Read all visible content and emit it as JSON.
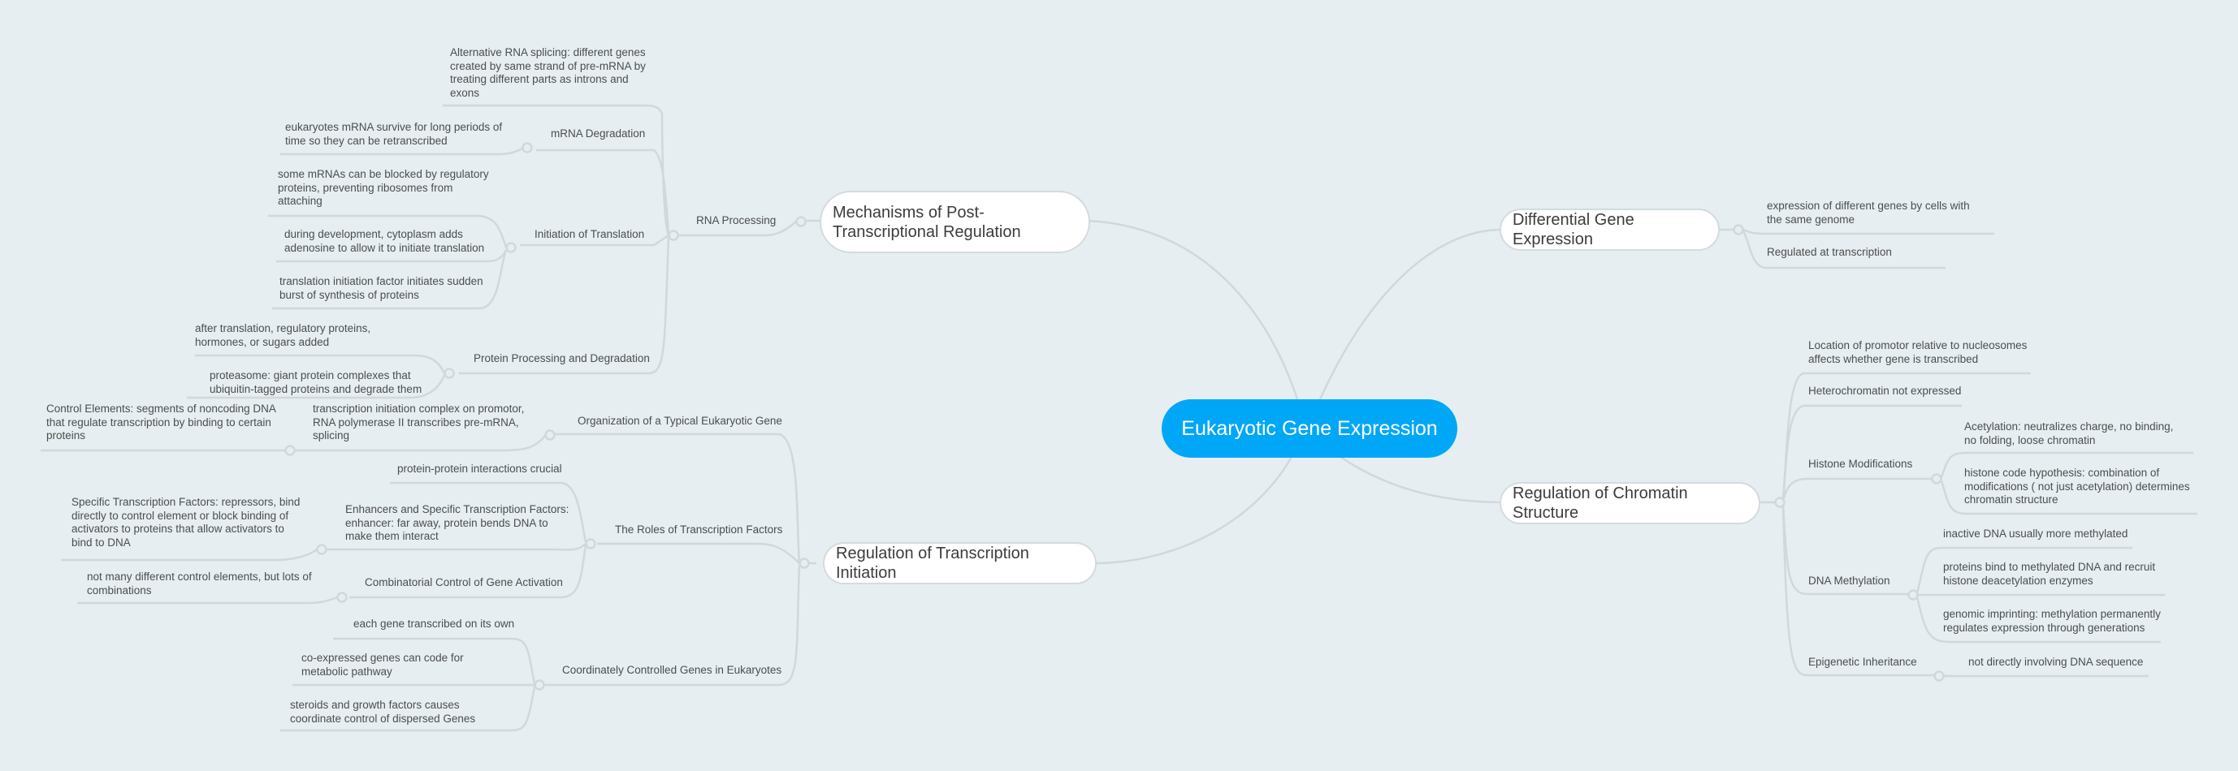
{
  "root": {
    "label": "Eukaryotic Gene Expression",
    "color": "#00a7f7"
  },
  "colors": {
    "background": "#e6eef1",
    "line": "#d1d8dc",
    "node_border": "#d3dbe0"
  },
  "branches": {
    "post_transcriptional": {
      "label": "Mechanisms of Post-Transcriptional Regulation",
      "rna_processing": {
        "label": "RNA Processing",
        "alt_splicing": "Alternative RNA splicing: different genes created by same strand of pre-mRNA by treating different parts as introns and exons",
        "mrna_degradation": {
          "label": "mRNA Degradation",
          "items": [
            "eukaryotes mRNA survive for long periods of time so they can be retranscribed"
          ]
        },
        "initiation_translation": {
          "label": "Initiation of Translation",
          "items": [
            "some mRNAs can be blocked by regulatory proteins, preventing ribosomes from attaching",
            "during development, cytoplasm adds adenosine to allow it to initiate translation",
            "translation initiation factor initiates sudden burst of synthesis of proteins"
          ]
        },
        "protein_processing": {
          "label": "Protein Processing and Degradation",
          "items": [
            "after translation, regulatory proteins, hormones, or sugars added",
            "proteasome: giant protein complexes that ubiquitin-tagged proteins and degrade them"
          ]
        }
      }
    },
    "transcription_initiation": {
      "label": "Regulation of Transcription Initiation",
      "organization": {
        "label": "Organization of a Typical Eukaryotic Gene",
        "child": "transcription initiation complex on promotor, RNA polymerase II transcribes pre-mRNA, splicing",
        "grandchild": "Control Elements: segments of noncoding DNA that regulate transcription by binding to certain proteins"
      },
      "roles": {
        "label": "The Roles of Transcription Factors",
        "ppi": "protein-protein interactions crucial",
        "enhancers": "Enhancers and Specific Transcription Factors: enhancer: far away, protein bends DNA to make them interact",
        "specific_tf": "Specific Transcription Factors: repressors, bind directly to control element or block binding of activators to proteins that allow activators to bind to DNA",
        "combinatorial": "Combinatorial Control of Gene Activation",
        "combinatorial_child": "not many different control elements, but lots of combinations"
      },
      "coordinately": {
        "label": "Coordinately Controlled Genes in Eukaryotes",
        "items": [
          "each gene transcribed on its own",
          "co-expressed genes can code for metabolic pathway",
          "steroids and growth factors causes coordinate control of dispersed Genes"
        ]
      }
    },
    "differential": {
      "label": "Differential Gene Expression",
      "items": [
        "expression of different genes by cells with the same genome",
        "Regulated at transcription"
      ]
    },
    "chromatin": {
      "label": "Regulation of Chromatin Structure",
      "location": "Location of promotor relative to nucleosomes affects whether gene is transcribed",
      "heterochromatin": "Heterochromatin not expressed",
      "histone": {
        "label": "Histone Modifications",
        "items": [
          "Acetylation: neutralizes charge, no binding, no folding, loose chromatin",
          "histone code hypothesis: combination of modifications ( not just acetylation) determines chromatin structure"
        ]
      },
      "methylation": {
        "label": "DNA Methylation",
        "items": [
          "inactive DNA usually more methylated",
          "proteins bind to methylated DNA and recruit histone deacetylation enzymes",
          "genomic imprinting: methylation permanently regulates expression through generations"
        ]
      },
      "epigenetic": {
        "label": "Epigenetic Inheritance",
        "child": "not directly involving DNA sequence"
      }
    }
  }
}
